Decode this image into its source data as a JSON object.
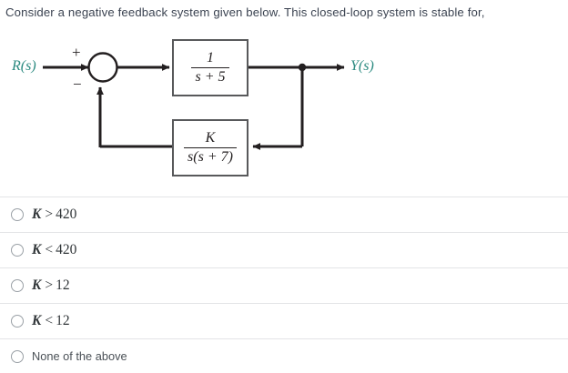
{
  "prompt": {
    "text": "Consider a negative feedback system given below. This closed-loop system is stable for,"
  },
  "diagram": {
    "input_label": "R(s)",
    "output_label": "Y(s)",
    "summing_junction": {
      "plus_sign": "+",
      "minus_sign": "−"
    },
    "forward_block": {
      "numerator": "1",
      "denominator": "s + 5"
    },
    "feedback_block": {
      "numerator": "K",
      "denominator": "s(s + 7)"
    },
    "colors": {
      "signal_label": "#2b8a80",
      "block_border": "#58595b",
      "line": "#231f20"
    }
  },
  "options": [
    {
      "id": "opt-1",
      "variable": "K",
      "relation": ">",
      "value": "420",
      "style": "math"
    },
    {
      "id": "opt-2",
      "variable": "K",
      "relation": "<",
      "value": "420",
      "style": "math"
    },
    {
      "id": "opt-3",
      "variable": "K",
      "relation": ">",
      "value": "12",
      "style": "math"
    },
    {
      "id": "opt-4",
      "variable": "K",
      "relation": "<",
      "value": "12",
      "style": "math"
    },
    {
      "id": "opt-5",
      "label": "None of the above",
      "style": "plain"
    }
  ]
}
